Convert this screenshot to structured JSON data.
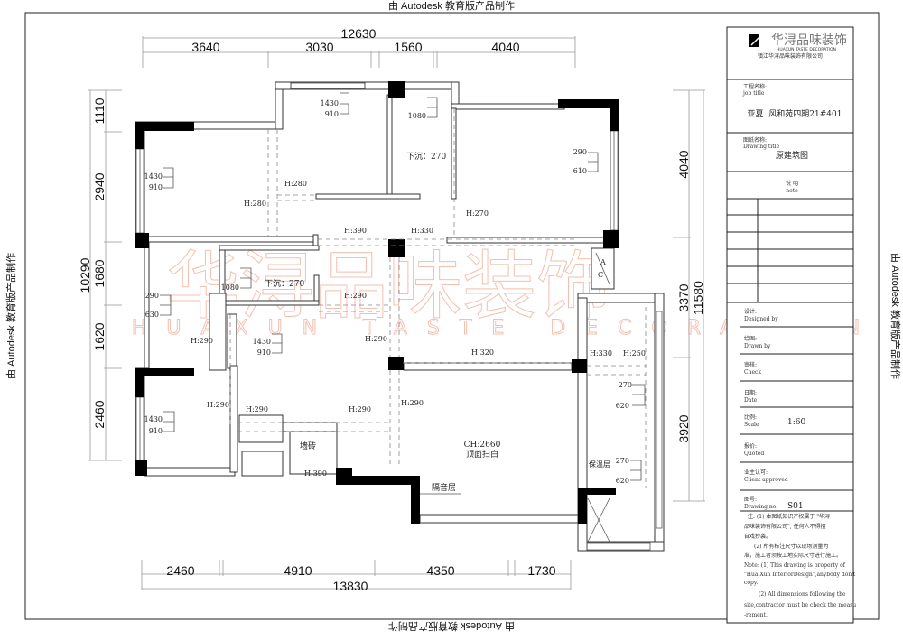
{
  "edu_stamp": "由 Autodesk 教育版产品制作",
  "watermark": {
    "cn": "华浔品味装饰",
    "en": "HUAXUN TASTE DECORATION"
  },
  "dimensions": {
    "top_total": "12630",
    "top": [
      "3640",
      "3030",
      "1560",
      "4040"
    ],
    "bottom_total": "13830",
    "bottom": [
      "2460",
      "4910",
      "4350",
      "1730"
    ],
    "left_total": "10290",
    "left": [
      "1110",
      "2940",
      "1680",
      "1620",
      "2460"
    ],
    "right_total": "11580",
    "right": [
      "4040",
      "3370",
      "3920"
    ]
  },
  "plan_labels": {
    "win_a1": "1430",
    "win_a2": "910",
    "win_b1": "1430",
    "win_b2": "910",
    "win_c": "1080",
    "sunk_1": "下沉：270",
    "win_d1": "290",
    "win_d2": "610",
    "h280a": "H:280",
    "h280b": "H:280",
    "h390a": "H:390",
    "h330a": "H:330",
    "h270": "H:270",
    "win_e1": "290",
    "win_e2": "630",
    "win_f": "1080",
    "sunk_2": "下沉：270",
    "h290a": "H:290",
    "h290b": "H:290",
    "h290c": "H:290",
    "win_g1": "1430",
    "win_g2": "910",
    "h320": "H:320",
    "h330b": "H:330",
    "h250": "H:250",
    "win_h1": "270",
    "win_h2": "620",
    "win_i1": "1430",
    "win_i2": "910",
    "h290d": "H:290",
    "h290e": "H:290",
    "h290f": "H:290",
    "tile": "墙砖",
    "h390b": "H:390",
    "ceiling_h": "CH:2660",
    "ceiling_note": "顶面扫白",
    "soundproof": "隔音层",
    "insulation": "保温层",
    "win_j1": "270",
    "win_j2": "620",
    "ac_a": "A",
    "ac_c": "C"
  },
  "title_block": {
    "logo_cn": "华浔品味装饰",
    "logo_en": "HUAXUN TASTE DECORATION",
    "company": "镇江华浔品味装饰有限公司",
    "job_title_cn": "工程名称:",
    "job_title_en": "job title",
    "job_title_value": "亚夏. 风和苑四期21#401",
    "drawing_title_cn": "图纸名称:",
    "drawing_title_en": "Drawing title",
    "drawing_title_value": "原建筑图",
    "note_cn": "说 明",
    "note_en": "note",
    "rows": [
      {
        "cn": "设计:",
        "en": "Designed by",
        "value": ""
      },
      {
        "cn": "绘图:",
        "en": "Drawn by",
        "value": ""
      },
      {
        "cn": "审核:",
        "en": "Check",
        "value": ""
      },
      {
        "cn": "日期:",
        "en": "Date",
        "value": ""
      },
      {
        "cn": "比例:",
        "en": "Scale",
        "value": "1:60"
      },
      {
        "cn": "报价:",
        "en": "Quoted",
        "value": ""
      },
      {
        "cn": "业主认可:",
        "en": "Client approved",
        "value": ""
      },
      {
        "cn": "图号:",
        "en": "Drawing no.",
        "value": "S01"
      }
    ],
    "notes": [
      "注: (1) 本图纸知识产权属于 \"华浔",
      "品味装饰有限公司\", 任何人不得擅",
      "自戏抄袭。",
      "(2) 所有标注尺寸以现场测量为",
      "准，施工者须按工地实际尺寸进行施工。",
      "Note: (1) This drawing is property of",
      "\"Hua Xun InteriorDesign\",anybody don't",
      "copy.",
      "(2) All dimensions following the",
      "site,contractor must be check the measu",
      "-rement."
    ]
  }
}
